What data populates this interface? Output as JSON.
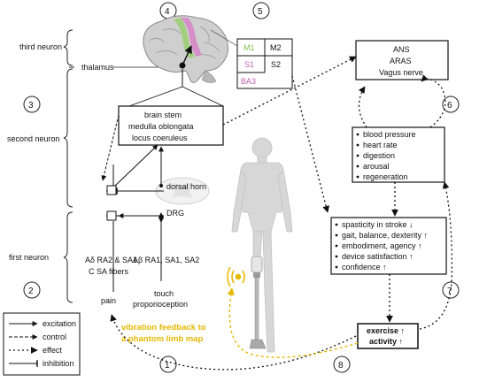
{
  "levels": {
    "third": "third neuron",
    "thalamus": "thalamus",
    "second": "second neuron",
    "first": "first neuron"
  },
  "numbers": [
    "1",
    "2",
    "3",
    "4",
    "5",
    "6",
    "7",
    "8"
  ],
  "cortex": {
    "m1": "M1",
    "m2": "M2",
    "s1": "S1",
    "s2": "S2",
    "ba3": "BA3",
    "colors": {
      "m1": "#7fbf4d",
      "s1": "#c060b0",
      "ba3": "#c060b0"
    }
  },
  "brainstem": [
    "brain stem",
    "medulla oblongata",
    "locus coeruleus"
  ],
  "spinal": {
    "dorsal_horn": "dorsal horn",
    "drg": "DRG"
  },
  "fibers": {
    "pain_fibers": [
      "Aδ RA2 & SA1",
      "C SA fibers"
    ],
    "touch_fibers": "Aβ RA1, SA1, SA2",
    "pain": "pain",
    "touch": [
      "touch",
      "proporioception"
    ]
  },
  "vibration": [
    "vibration feedback to",
    "a phantom limb map"
  ],
  "ans_box": [
    "ANS",
    "ARAS",
    "Vagus nerve"
  ],
  "effects_box": [
    "blood pressure",
    "heart rate",
    "digestion",
    "arousal",
    "regeneration"
  ],
  "outcomes_box": [
    "spasticity in stroke ↓",
    "gait, balance, dexterity ↑",
    "embodiment, agency ↑",
    "device satisfaction ↑",
    "confidence ↑"
  ],
  "exercise_box": [
    "exercise ↑",
    "activity ↑"
  ],
  "legend": [
    "excitation",
    "control",
    "effect",
    "inhibition"
  ],
  "colors": {
    "yellow": "#e6b800",
    "brain_gray": "#c9c9c9",
    "body_gray": "#d7d7d7"
  }
}
